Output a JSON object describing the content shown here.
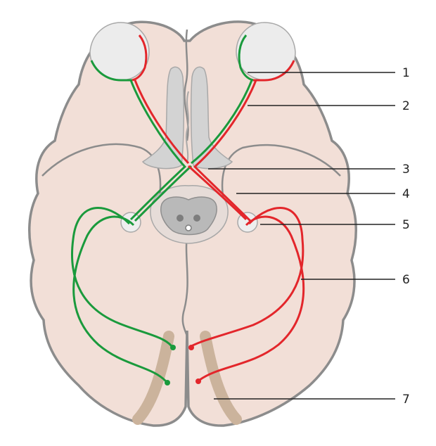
{
  "colors": {
    "brain_fill": "#f2dfd7",
    "brain_outline": "#8c8c8c",
    "eye_fill": "#ececec",
    "ventricle_fill": "#d3d3d3",
    "cortex_band": "#cbb39c",
    "left_pathway": "#1a9a3c",
    "right_pathway": "#e3262b",
    "leader_line": "#222222"
  },
  "labels": [
    "1",
    "2",
    "3",
    "4",
    "5",
    "6",
    "7"
  ]
}
